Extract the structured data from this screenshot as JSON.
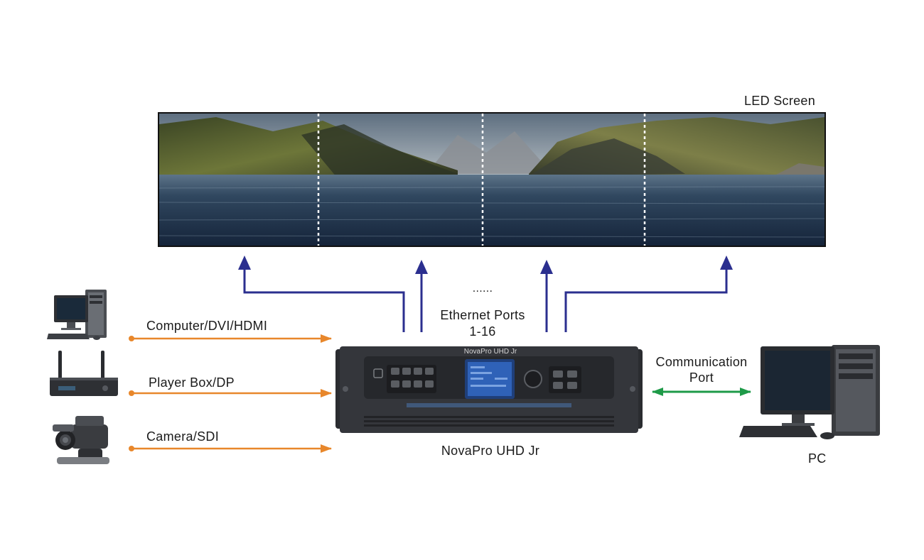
{
  "led_screen": {
    "label": "LED Screen"
  },
  "controller": {
    "name_label": "NovaPro UHD Jr",
    "front_title": "NovaPro UHD Jr"
  },
  "ethernet": {
    "dots": "......",
    "label_line1": "Ethernet Ports",
    "label_line2": "1-16"
  },
  "inputs": [
    {
      "label": "Computer/DVI/HDMI",
      "icon": "desktop-computer-icon"
    },
    {
      "label": "Player Box/DP",
      "icon": "player-box-icon"
    },
    {
      "label": "Camera/SDI",
      "icon": "video-camera-icon"
    }
  ],
  "communication": {
    "label_line1": "Communication",
    "label_line2": "Port"
  },
  "pc": {
    "label": "PC",
    "icon": "pc-tower-icon"
  },
  "colors": {
    "input_arrow": "#e8872b",
    "ethernet_arrow": "#2b2f8f",
    "comm_arrow": "#1e9a48"
  }
}
